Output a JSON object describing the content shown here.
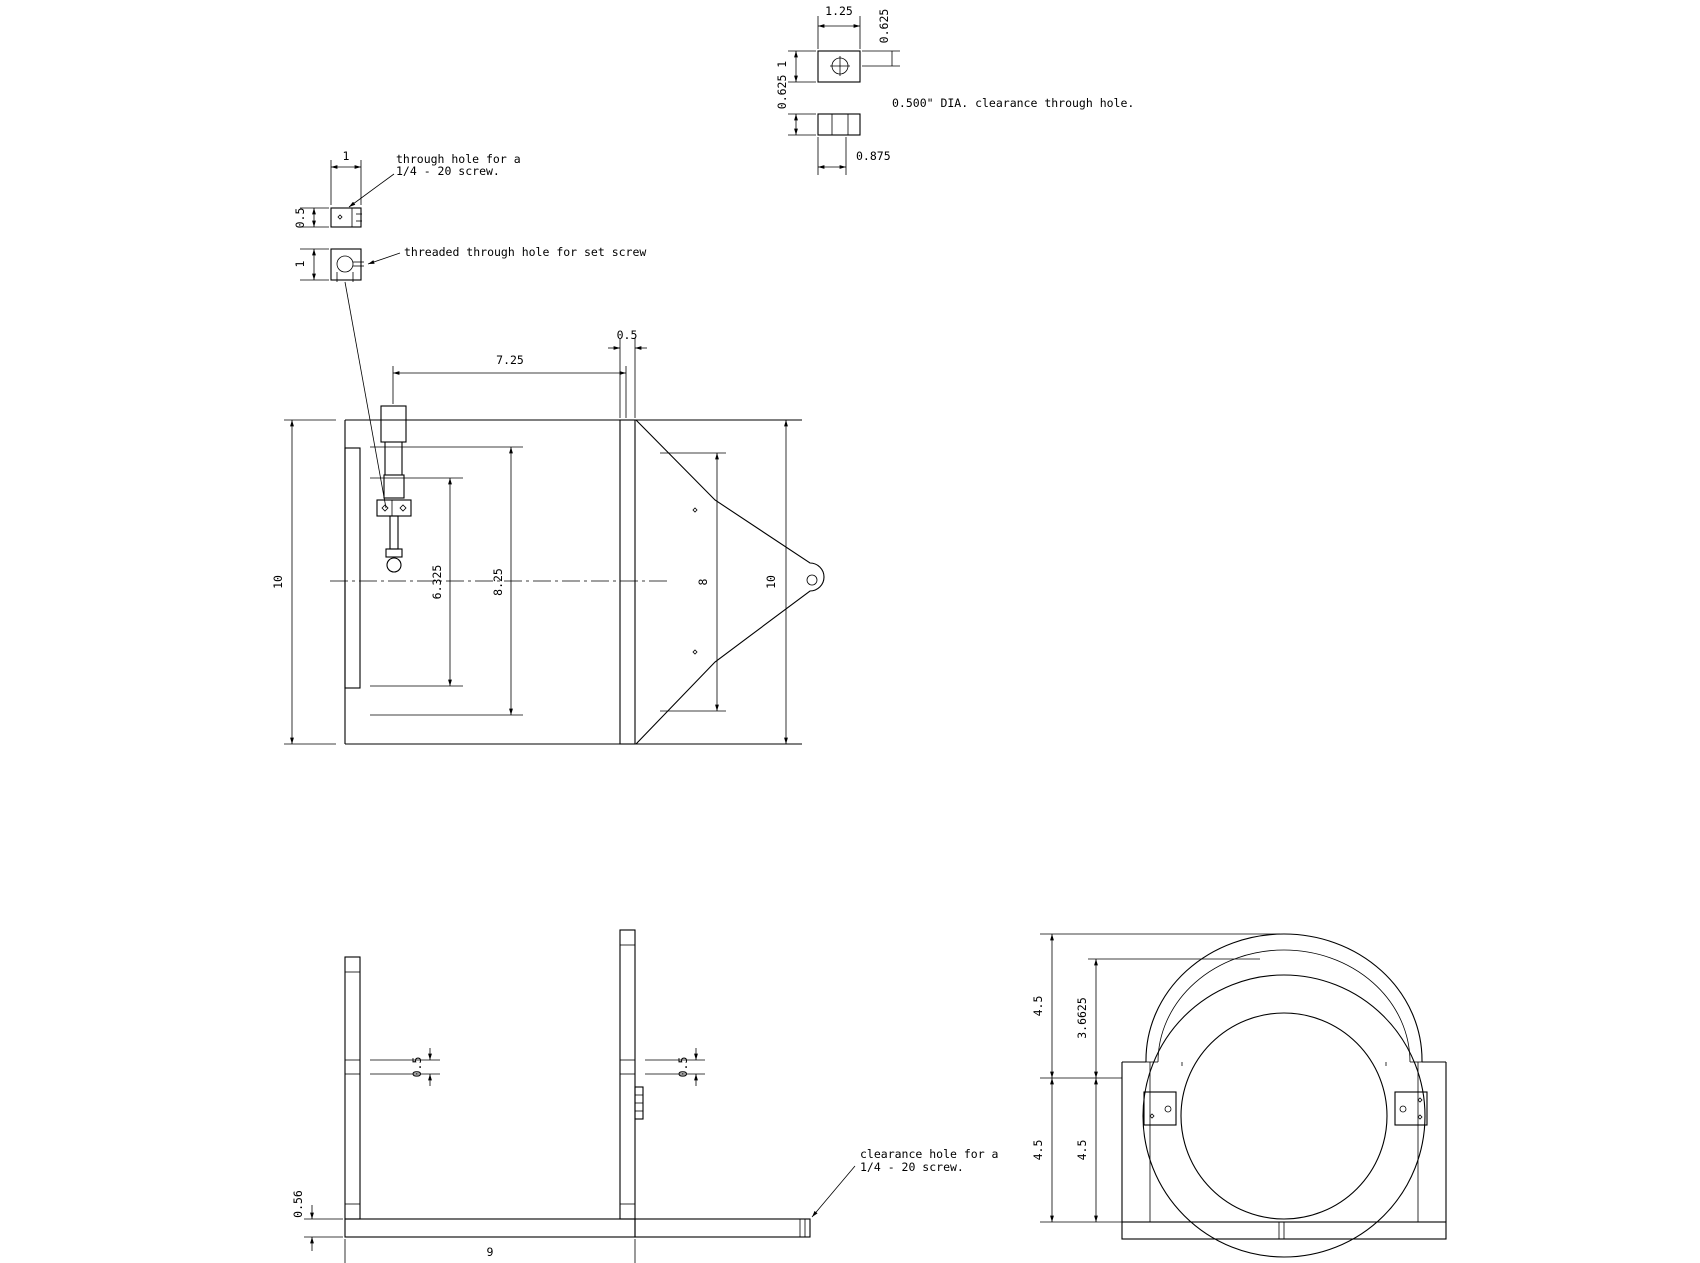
{
  "notes": {
    "clearance_through_hole": "0.500\" DIA. clearance through hole.",
    "through_hole_line1": "through hole for a",
    "through_hole_line2": "1/4 - 20 screw.",
    "threaded_hole": "threaded through hole for set screw",
    "clearance_hole_line1": "clearance hole for a",
    "clearance_hole_line2": "1/4 - 20 screw."
  },
  "dims": {
    "block_width": "1.25",
    "block_top": "0.625",
    "block_side": "0.625 1",
    "block_depth": "0.875",
    "clamp_width": "1",
    "clamp_thick": "0.5",
    "clamp_height": "1",
    "plate_thick": "0.5",
    "plate_span": "7.25",
    "overall_left": "10",
    "inner_a": "6.325",
    "inner_b": "8.25",
    "tab_span": "8",
    "overall_right": "10",
    "slot_left": "0.5",
    "slot_right": "0.5",
    "base_thick": "0.56",
    "base_length": "9",
    "upper_half": "4.5",
    "arc_height": "3.6625",
    "lower_left": "4.5",
    "lower_right": "4.5"
  }
}
